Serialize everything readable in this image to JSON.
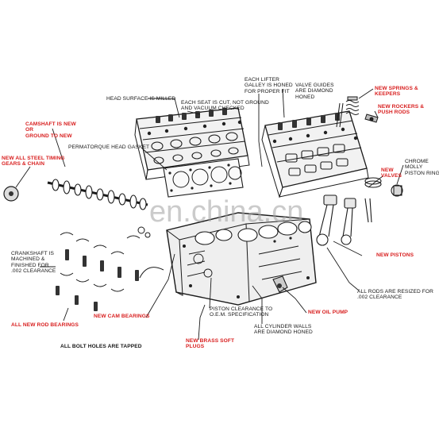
{
  "diagram": {
    "labels": {
      "head_surface": "HEAD SURFACE IS MILLED",
      "seat_cut": "EACH SEAT IS CUT, NOT GROUND\nAND VACUUM CHECKED",
      "lifter_galley": "EACH LIFTER\nGALLEY IS HONED\nFOR PROPER FIT",
      "valve_guides": "VALVE GUIDES\nARE DIAMOND\nHONED",
      "springs_keepers": "NEW SPRINGS &\nKEEPERS",
      "rockers_pushrods": "NEW ROCKERS &\nPUSH RODS",
      "camshaft": "CAMSHAFT IS NEW\nOR\nGROUND TO NEW",
      "head_gasket": "PERMATORQUE HEAD GASKET",
      "timing_gears": "NEW ALL STEEL TIMING\nGEARS & CHAIN",
      "piston_ring": "CHROME\nMOLLY\nPISTON RING",
      "new_valves": "NEW\nVALVES",
      "crankshaft": "CRANKSHAFT IS\nMACHINED &\nFINISHED FOR\n.002 CLEARANCE",
      "new_pistons": "NEW PISTONS",
      "rods_resized": "ALL RODS ARE RESIZED FOR\n.002 CLEARANCE",
      "new_oil_pump": "NEW OIL PUMP",
      "cam_bearings": "NEW CAM BEARINGS",
      "piston_clearance": "PISTON CLEARANCE TO\nO.E.M. SPECIFICATION",
      "rod_bearings": "ALL NEW ROD BEARINGS",
      "cylinder_walls": "ALL CYLINDER WALLS\nARE DIAMOND HONED",
      "brass_plugs": "NEW BRASS SOFT\nPLUGS",
      "bolt_holes": "ALL BOLT HOLES ARE TAPPED"
    },
    "watermark": "en.china.cn",
    "colors": {
      "highlight": "#d81e1e",
      "text": "#151515",
      "line": "#1a1a1a"
    }
  }
}
